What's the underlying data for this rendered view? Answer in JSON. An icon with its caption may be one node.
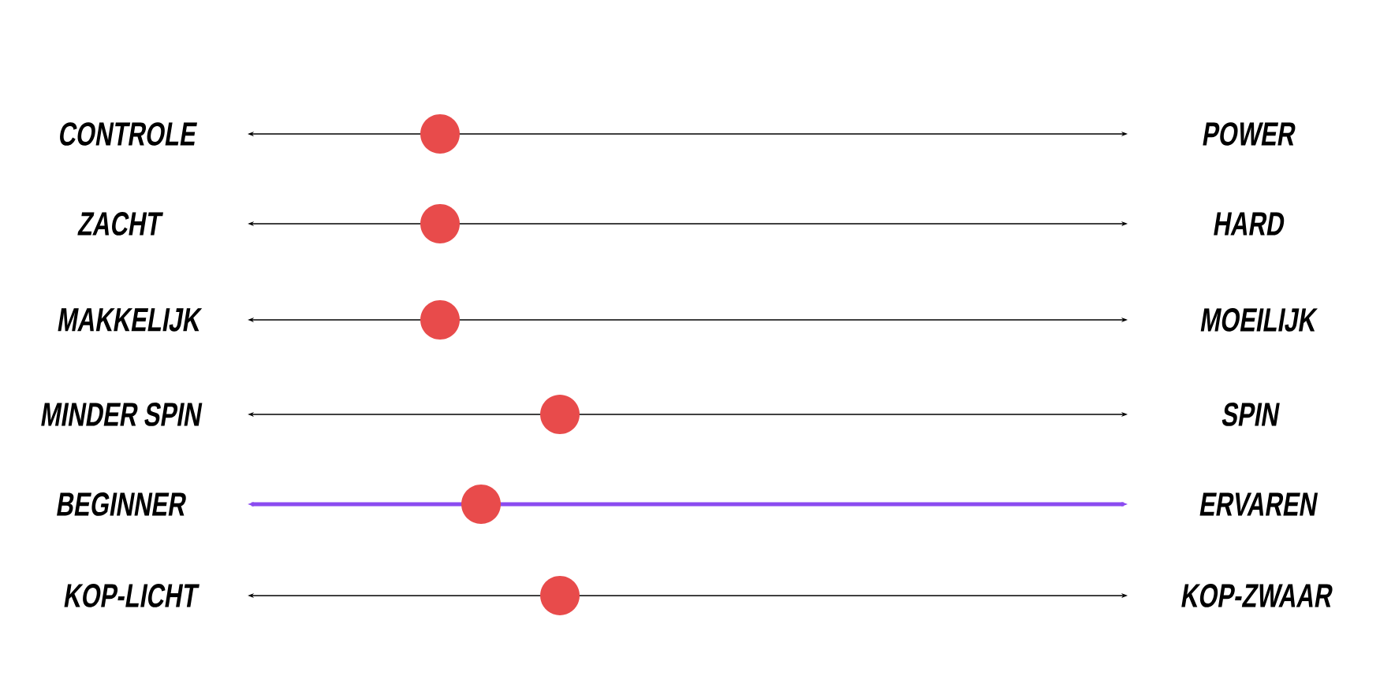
{
  "diagram": {
    "nodes": [
      {
        "text": [
          "CONTROLE"
        ]
      },
      {
        "text": [
          "POWER"
        ]
      },
      {
        "text": [
          "ZACHT"
        ]
      },
      {
        "text": [
          "HARD"
        ]
      },
      {
        "text": [
          "MAKKELIJK"
        ]
      },
      {
        "text": [
          "MOEILIJK"
        ]
      },
      {
        "text": [
          "MINDER SPIN"
        ]
      },
      {
        "text": [
          "SPIN"
        ]
      },
      {
        "text": [
          "BEGINNER"
        ]
      },
      {
        "text": [
          "ERVAREN"
        ]
      },
      {
        "text": [
          "KOP-LICHT"
        ]
      },
      {
        "text": [
          "KOP-ZWAAR"
        ]
      }
    ],
    "edges": [
      {
        "from": 0,
        "to": 1,
        "arrow": "both"
      },
      {
        "from": 2,
        "to": 3,
        "arrow": "both"
      },
      {
        "from": 4,
        "to": 5,
        "arrow": "both"
      },
      {
        "from": 6,
        "to": 7,
        "arrow": "both"
      },
      {
        "from": 8,
        "to": 9,
        "arrow": "both",
        "style": "thick",
        "color": "#8b4bf0"
      },
      {
        "from": 10,
        "to": 11,
        "arrow": "both"
      }
    ]
  }
}
